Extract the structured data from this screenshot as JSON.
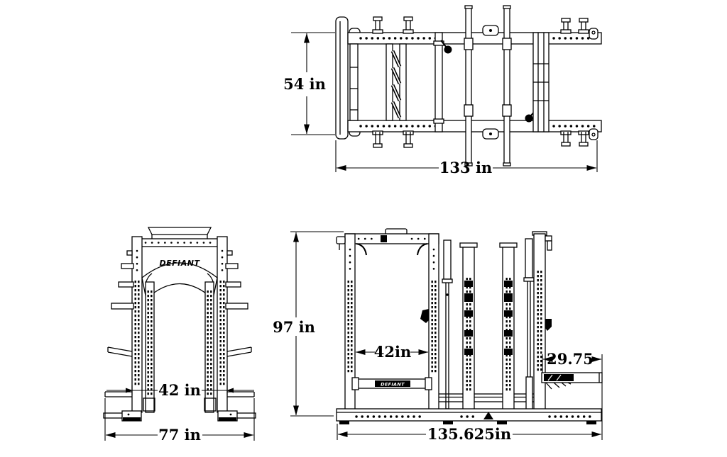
{
  "canvas": {
    "background": "#ffffff",
    "ink": "#000000"
  },
  "brand": "DEFIANT",
  "views": {
    "top": {
      "depth_label": "54 in",
      "length_label": "133 in"
    },
    "front": {
      "width_label": "42 in",
      "overall_width_label": "77 in"
    },
    "side": {
      "height_label": "97 in",
      "opening_label": "42in",
      "extension_label": "29.75",
      "overall_length_label": "135.625in"
    }
  }
}
